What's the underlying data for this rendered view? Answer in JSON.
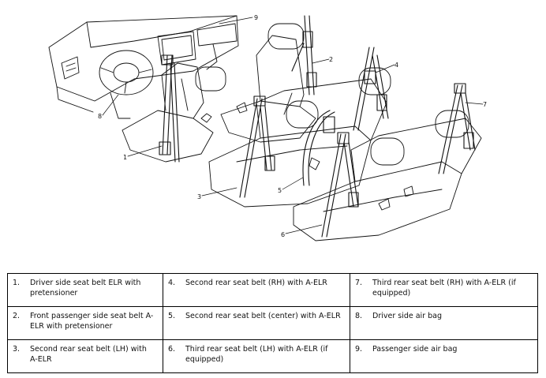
{
  "callouts": [
    "1",
    "2",
    "3",
    "4",
    "5",
    "6",
    "7",
    "8",
    "9"
  ],
  "legend": [
    {
      "num": "1.",
      "text": "Driver side seat belt ELR with pretensioner"
    },
    {
      "num": "4.",
      "text": "Second rear seat belt (RH) with A-ELR"
    },
    {
      "num": "7.",
      "text": "Third rear seat belt (RH) with A-ELR (if equipped)"
    },
    {
      "num": "2.",
      "text": "Front passenger side seat belt A-ELR with pretensioner"
    },
    {
      "num": "5.",
      "text": "Second rear seat belt (center) with A-ELR"
    },
    {
      "num": "8.",
      "text": "Driver side air bag"
    },
    {
      "num": "3.",
      "text": "Second rear seat belt (LH) with A-ELR"
    },
    {
      "num": "6.",
      "text": "Third rear seat belt (LH) with A-ELR (if equipped)"
    },
    {
      "num": "9.",
      "text": "Passenger side air bag"
    }
  ]
}
